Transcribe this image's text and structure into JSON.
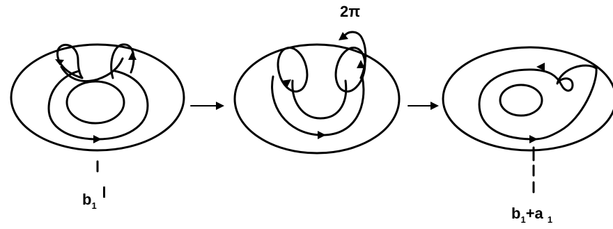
{
  "figure": {
    "panels": [
      {
        "id": "panel-1"
      },
      {
        "id": "panel-2"
      },
      {
        "id": "panel-3"
      }
    ],
    "labels": {
      "twist": "2π",
      "left_b": "b",
      "left_sub": "1",
      "right_b": "b",
      "right_sub1": "1",
      "right_plus": "+a",
      "right_sub2": "1"
    },
    "stroke_color": "#000000"
  }
}
